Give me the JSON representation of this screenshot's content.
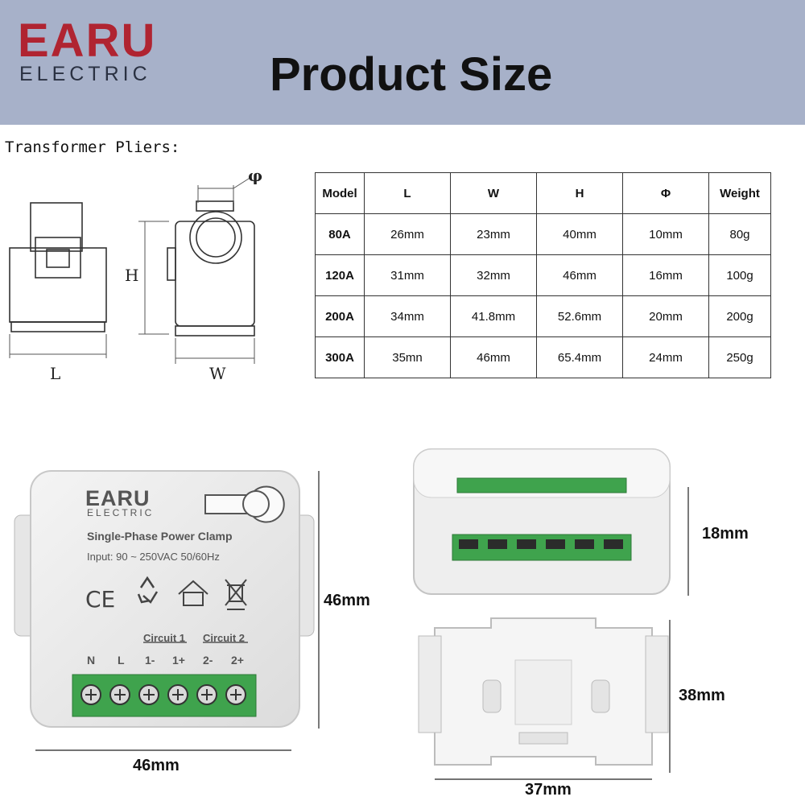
{
  "header": {
    "brand_name": "EARU",
    "brand_sub": "ELECTRIC",
    "title": "Product Size"
  },
  "section": {
    "label": "Transformer Pliers:"
  },
  "drawing_labels": {
    "length": "L",
    "width": "W",
    "height": "H",
    "phi": "φ"
  },
  "table": {
    "headers": [
      "Model",
      "L",
      "W",
      "H",
      "Φ",
      "Weight"
    ],
    "rows": [
      [
        "80A",
        "26mm",
        "23mm",
        "40mm",
        "10mm",
        "80g"
      ],
      [
        "120A",
        "31mm",
        "32mm",
        "46mm",
        "16mm",
        "100g"
      ],
      [
        "200A",
        "34mm",
        "41.8mm",
        "52.6mm",
        "20mm",
        "200g"
      ],
      [
        "300A",
        "35mn",
        "46mm",
        "65.4mm",
        "24mm",
        "250g"
      ]
    ]
  },
  "device": {
    "brand": "EARU",
    "brand_sub": "ELECTRIC",
    "name": "Single-Phase Power Clamp",
    "input": "Input: 90 ~ 250VAC 50/60Hz",
    "ce_mark": "CE",
    "circuit1": "Circuit 1",
    "circuit2": "Circuit 2",
    "terminals": [
      "N",
      "L",
      "1-",
      "1+",
      "2-",
      "2+"
    ]
  },
  "dimensions": {
    "front_height": "46mm",
    "front_width": "46mm",
    "side_height": "18mm",
    "bracket_height": "38mm",
    "bracket_width": "37mm"
  },
  "colors": {
    "header_bg": "#a7b1c9",
    "brand_red": "#b02431",
    "terminal_green": "#3fa34d"
  }
}
